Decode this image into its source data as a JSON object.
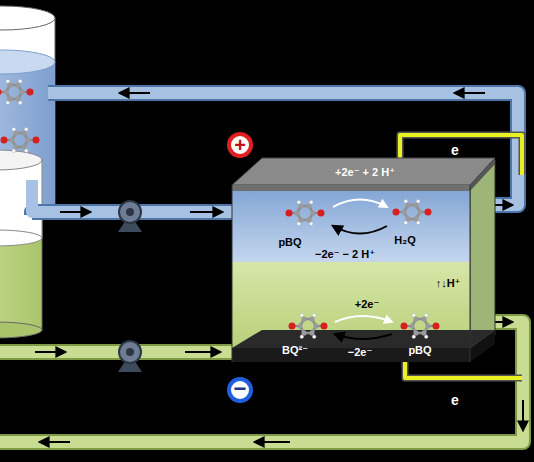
{
  "diagram": {
    "nodes": [
      {
        "text": [
          "+2e⁻ + 2 H⁺",
          "pBQ",
          "H₂Q",
          "−2e⁻ − 2 H⁺"
        ]
      },
      {
        "text": [
          "↑↓H⁺",
          "+2e⁻",
          "BQ²⁻",
          "pBQ",
          "−2e⁻"
        ]
      },
      {
        "text": [
          "+"
        ]
      },
      {
        "text": [
          "−"
        ]
      }
    ],
    "labels": [
      "e",
      "e"
    ]
  }
}
